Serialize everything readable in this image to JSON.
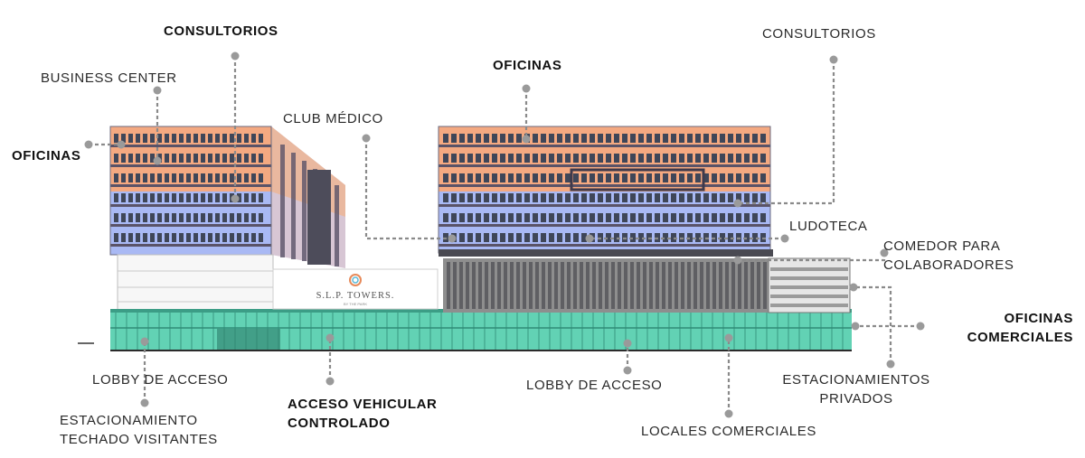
{
  "diagram": {
    "brand": {
      "name": "S.L.P. TOWERS.",
      "tagline": "BY THE PARK"
    },
    "labels": {
      "consultorios_left": "CONSULTORIOS",
      "business_center": "BUSINESS CENTER",
      "oficinas_left": "OFICINAS",
      "club_medico": "CLUB MÉDICO",
      "oficinas_top": "OFICINAS",
      "consultorios_right": "CONSULTORIOS",
      "ludoteca": "LUDOTECA",
      "comedor": [
        "COMEDOR PARA",
        "COLABORADORES"
      ],
      "oficinas_comerciales": [
        "OFICINAS",
        "COMERCIALES"
      ],
      "lobby_left": "LOBBY DE ACCESO",
      "estacionamiento_techado": [
        "ESTACIONAMIENTO",
        "TECHADO VISITANTES"
      ],
      "acceso_vehicular": [
        "ACCESO VEHICULAR",
        "CONTROLADO"
      ],
      "lobby_right": "LOBBY DE ACCESO",
      "locales_comerciales": "LOCALES COMERCIALES",
      "estacionamientos_privados": [
        "ESTACIONAMIENTOS",
        "PRIVADOS"
      ]
    },
    "colors": {
      "offices_peach": "#f4a981",
      "clinics_blue": "#a9b9f4",
      "band_dark": "#5a5368",
      "window": "#3f4658",
      "podium_teal": "#62d2b4",
      "parking_gray": "#8e8e8e",
      "leader": "#8a8a8a",
      "dot": "#9a9a9a"
    }
  }
}
